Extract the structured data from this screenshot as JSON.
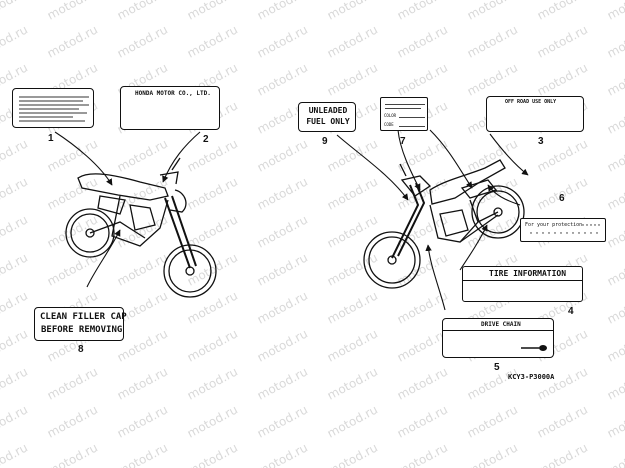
{
  "watermark": "motod.ru",
  "labels": {
    "l2_text": "HONDA MOTOR CO., LTD.",
    "l9_text": "UNLEADED FUEL ONLY",
    "l7_color": "COLOR",
    "l7_code": "CODE",
    "l3_text": "OFF ROAD USE ONLY",
    "l6_text": "For your protection",
    "l4_text": "TIRE INFORMATION",
    "l5_text": "DRIVE CHAIN",
    "l8_line1": "CLEAN FILLER CAP",
    "l8_line2": "BEFORE REMOVING"
  },
  "callouts": [
    "1",
    "2",
    "3",
    "4",
    "5",
    "6",
    "7",
    "8",
    "9"
  ],
  "diagram_code": "KCY3-P3000A"
}
